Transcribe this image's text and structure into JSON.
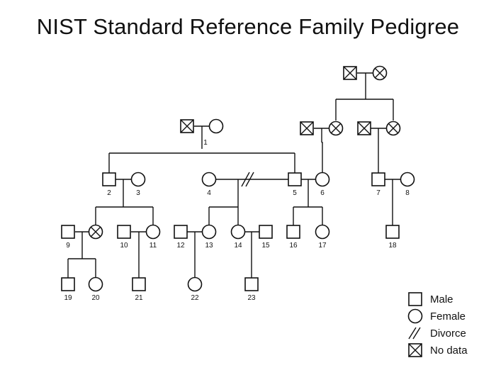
{
  "title": "NIST Standard Reference Family Pedigree",
  "individuals": [
    {
      "label": "",
      "sex": "male",
      "no_data": true
    },
    {
      "label": "",
      "sex": "female",
      "no_data": true
    },
    {
      "label": "",
      "sex": "male",
      "no_data": true
    },
    {
      "label": "1",
      "sex": "female",
      "no_data": false
    },
    {
      "label": "",
      "sex": "male",
      "no_data": true
    },
    {
      "label": "",
      "sex": "female",
      "no_data": true
    },
    {
      "label": "",
      "sex": "male",
      "no_data": true
    },
    {
      "label": "",
      "sex": "female",
      "no_data": true
    },
    {
      "label": "2",
      "sex": "male",
      "no_data": false
    },
    {
      "label": "3",
      "sex": "female",
      "no_data": false
    },
    {
      "label": "4",
      "sex": "female",
      "no_data": false
    },
    {
      "label": "5",
      "sex": "male",
      "no_data": false
    },
    {
      "label": "6",
      "sex": "female",
      "no_data": false
    },
    {
      "label": "7",
      "sex": "male",
      "no_data": false
    },
    {
      "label": "8",
      "sex": "female",
      "no_data": false
    },
    {
      "label": "9",
      "sex": "male",
      "no_data": false
    },
    {
      "label": "",
      "sex": "female",
      "no_data": true
    },
    {
      "label": "10",
      "sex": "male",
      "no_data": false
    },
    {
      "label": "11",
      "sex": "female",
      "no_data": false
    },
    {
      "label": "12",
      "sex": "male",
      "no_data": false
    },
    {
      "label": "13",
      "sex": "female",
      "no_data": false
    },
    {
      "label": "14",
      "sex": "female",
      "no_data": false
    },
    {
      "label": "15",
      "sex": "male",
      "no_data": false
    },
    {
      "label": "16",
      "sex": "male",
      "no_data": false
    },
    {
      "label": "17",
      "sex": "female",
      "no_data": false
    },
    {
      "label": "18",
      "sex": "male",
      "no_data": false
    },
    {
      "label": "19",
      "sex": "male",
      "no_data": false
    },
    {
      "label": "20",
      "sex": "female",
      "no_data": false
    },
    {
      "label": "21",
      "sex": "male",
      "no_data": false
    },
    {
      "label": "22",
      "sex": "female",
      "no_data": false
    },
    {
      "label": "23",
      "sex": "male",
      "no_data": false
    }
  ],
  "legend": [
    {
      "symbol": "male",
      "label": "Male"
    },
    {
      "symbol": "female",
      "label": "Female"
    },
    {
      "symbol": "divorce",
      "label": "Divorce"
    },
    {
      "symbol": "no_data",
      "label": "No data"
    }
  ]
}
